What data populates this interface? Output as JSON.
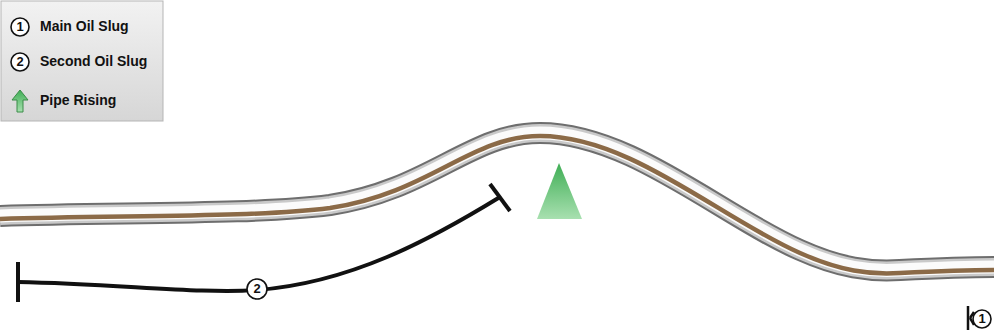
{
  "diagram": {
    "labels": [
      "1",
      "2",
      "2",
      "1"
    ],
    "legend": [
      {
        "text": "Main Oil Slug"
      },
      {
        "text": "Second Oil Slug"
      },
      {
        "text": "Pipe Rising"
      }
    ]
  }
}
